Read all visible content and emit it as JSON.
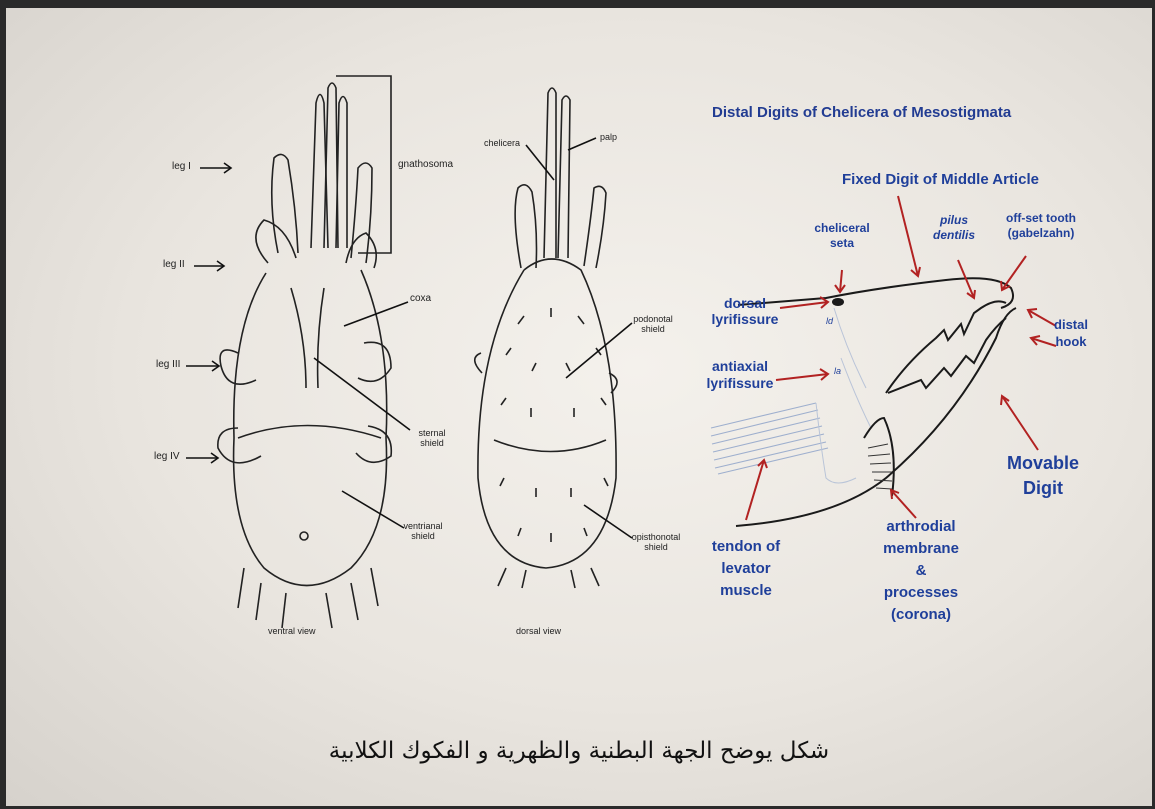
{
  "ventral": {
    "leg_i": "leg I",
    "leg_ii": "leg II",
    "leg_iii": "leg III",
    "leg_iv": "leg IV",
    "gnathosoma": "gnathosoma",
    "coxa": "coxa",
    "sternal_shield_1": "sternal",
    "sternal_shield_2": "shield",
    "ventrianal_shield_1": "ventrianal",
    "ventrianal_shield_2": "shield",
    "view": "ventral view"
  },
  "dorsal": {
    "chelicera": "chelicera",
    "palp": "palp",
    "podonotal_shield_1": "podonotal",
    "podonotal_shield_2": "shield",
    "opisthonotal_shield_1": "opisthonotal",
    "opisthonotal_shield_2": "shield",
    "view": "dorsal view"
  },
  "chelicera_diagram": {
    "title": "Distal Digits of Chelicera of Mesostigmata",
    "fixed_digit": "Fixed Digit of Middle Article",
    "cheliceral_seta_1": "cheliceral",
    "cheliceral_seta_2": "seta",
    "pilus_dentilis_1": "pilus",
    "pilus_dentilis_2": "dentilis",
    "offset_tooth_1": "off-set tooth",
    "offset_tooth_2": "(gabelzahn)",
    "dorsal_lyrifissure_1": "dorsal",
    "dorsal_lyrifissure_2": "lyrifissure",
    "antiaxial_lyrifissure_1": "antiaxial",
    "antiaxial_lyrifissure_2": "lyrifissure",
    "distal_hook_1": "distal",
    "distal_hook_2": "hook",
    "movable_digit_1": "Movable",
    "movable_digit_2": "Digit",
    "tendon_1": "tendon of",
    "tendon_2": "levator",
    "tendon_3": "muscle",
    "arthrodial_1": "arthrodial",
    "arthrodial_2": "membrane",
    "arthrodial_3": "&",
    "arthrodial_4": "processes",
    "arthrodial_5": "(corona)",
    "ld": "ld",
    "la": "la"
  },
  "caption": "شكل يوضح الجهة البطنية والظهرية و الفكوك الكلابية",
  "colors": {
    "label_blue": "#1f3f9a",
    "arrow_red": "#b22222",
    "ink": "#222222"
  }
}
